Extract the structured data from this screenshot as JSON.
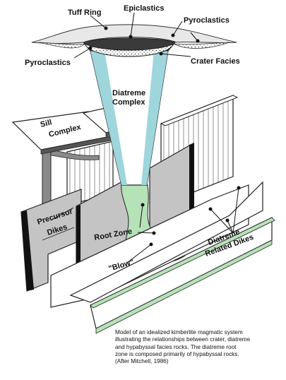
{
  "labels": {
    "tuff_ring": "Tuff Ring",
    "epiclastics": "Epiclastics",
    "pyroclastics_right": "Pyroclastics",
    "pyroclastics_left": "Pyroclastics",
    "crater_facies": "Crater Facies",
    "diatreme_line1": "Diatreme",
    "diatreme_line2": "Complex",
    "sill_line1": "Sill",
    "sill_line2": "Complex",
    "precursor_line1": "Precursor",
    "precursor_line2": "Dikes",
    "root_zone": "Root Zone",
    "blow": "\"Blow\"",
    "related_line1": "Diatreme",
    "related_line2": "Related Dikes"
  },
  "caption": {
    "lines": [
      "Model of an idealized kimberlite magmatic system",
      "illustrating the relationships between crater, diatreme",
      "and hypabyssal facies rocks.  The diatreme root",
      "zone is composed primarily of hypabyssal rocks.",
      "(After Mitchell, 1986)"
    ]
  },
  "colors": {
    "green": "#b6e2b8",
    "cyan": "#9ed6dc",
    "gray": "#c4c4c4",
    "crater": "#3a3a3a"
  }
}
